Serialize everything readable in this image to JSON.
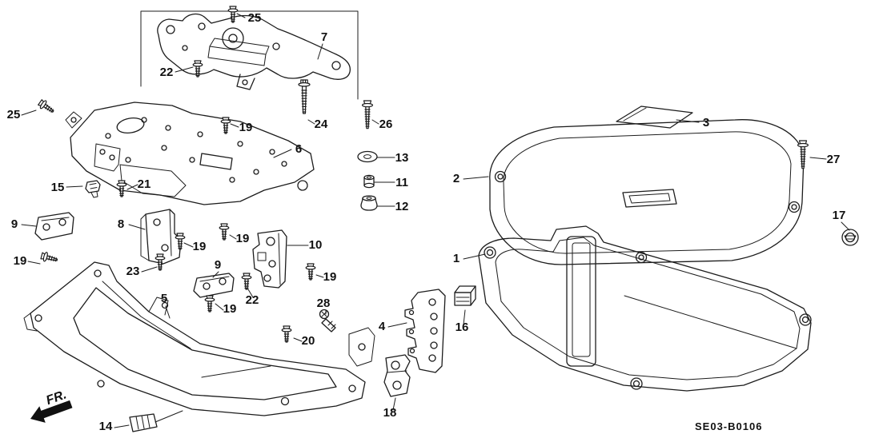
{
  "diagram": {
    "code": "SE03-B0106",
    "fr_label": "FR."
  },
  "callouts": [
    {
      "text": "25"
    },
    {
      "text": "7"
    },
    {
      "text": "22"
    },
    {
      "text": "19"
    },
    {
      "text": "24"
    },
    {
      "text": "26"
    },
    {
      "text": "25"
    },
    {
      "text": "6"
    },
    {
      "text": "13"
    },
    {
      "text": "11"
    },
    {
      "text": "12"
    },
    {
      "text": "15"
    },
    {
      "text": "21"
    },
    {
      "text": "2"
    },
    {
      "text": "3"
    },
    {
      "text": "27"
    },
    {
      "text": "9"
    },
    {
      "text": "8"
    },
    {
      "text": "19"
    },
    {
      "text": "19"
    },
    {
      "text": "10"
    },
    {
      "text": "17"
    },
    {
      "text": "1"
    },
    {
      "text": "19"
    },
    {
      "text": "23"
    },
    {
      "text": "9"
    },
    {
      "text": "22"
    },
    {
      "text": "19"
    },
    {
      "text": "5"
    },
    {
      "text": "28"
    },
    {
      "text": "4"
    },
    {
      "text": "16"
    },
    {
      "text": "19"
    },
    {
      "text": "20"
    },
    {
      "text": "18"
    },
    {
      "text": "14"
    }
  ]
}
